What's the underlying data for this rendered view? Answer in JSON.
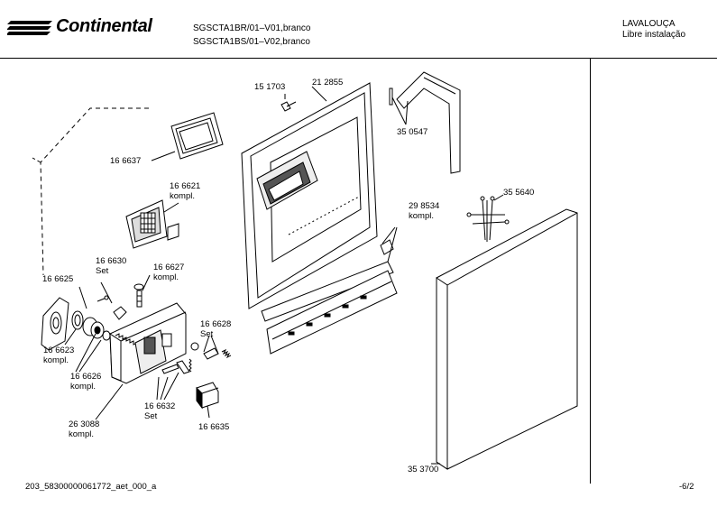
{
  "header": {
    "brand": "Continental",
    "models": [
      "SGSCTA1BR/01–V01,branco",
      "SGSCTA1BS/01–V02,branco"
    ],
    "category": [
      "LAVALOUÇA",
      "Libre instalação"
    ]
  },
  "parts": [
    {
      "number": "15 1703",
      "note": ""
    },
    {
      "number": "21 2855",
      "note": ""
    },
    {
      "number": "35 0547",
      "note": ""
    },
    {
      "number": "16 6637",
      "note": ""
    },
    {
      "number": "16 6621",
      "note": "kompl."
    },
    {
      "number": "35 5640",
      "note": ""
    },
    {
      "number": "29 8534",
      "note": "kompl."
    },
    {
      "number": "16 6630",
      "note": "Set"
    },
    {
      "number": "16 6627",
      "note": "kompl."
    },
    {
      "number": "16 6625",
      "note": ""
    },
    {
      "number": "16 6628",
      "note": "Set"
    },
    {
      "number": "16 6623",
      "note": "kompl."
    },
    {
      "number": "16 6626",
      "note": "kompl."
    },
    {
      "number": "16 6632",
      "note": "Set"
    },
    {
      "number": "26 3088",
      "note": "kompl."
    },
    {
      "number": "16 6635",
      "note": ""
    },
    {
      "number": "35 3700",
      "note": ""
    }
  ],
  "footer": {
    "doc_id": "203_58300000061772_aet_000_a",
    "page": "-6/2"
  }
}
